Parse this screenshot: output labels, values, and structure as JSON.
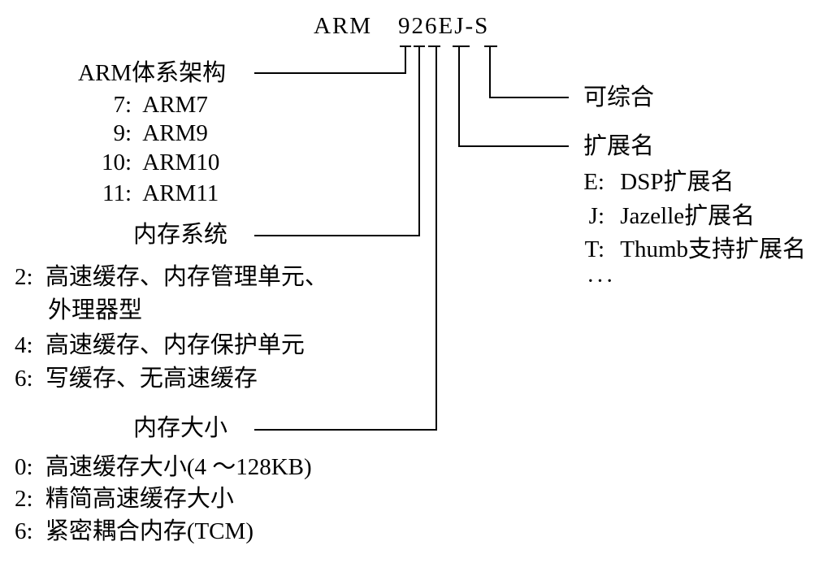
{
  "title": {
    "arm": "ARM",
    "model": "926EJ-S"
  },
  "arch": {
    "heading": "ARM体系架构",
    "items": [
      {
        "code": "7:",
        "text": "ARM7"
      },
      {
        "code": "9:",
        "text": "ARM9"
      },
      {
        "code": "10:",
        "text": "ARM10"
      },
      {
        "code": "11:",
        "text": "ARM11"
      }
    ]
  },
  "memsys": {
    "heading": "内存系统",
    "items": [
      {
        "code": "2:",
        "text": "高速缓存、内存管理单元、",
        "cont": "外理器型"
      },
      {
        "code": "4:",
        "text": "高速缓存、内存保护单元"
      },
      {
        "code": "6:",
        "text": "写缓存、无高速缓存"
      }
    ]
  },
  "memsize": {
    "heading": "内存大小",
    "items": [
      {
        "code": "0:",
        "text": "高速缓存大小(4 ～128KB)"
      },
      {
        "code": "2:",
        "text": "精简高速缓存大小"
      },
      {
        "code": "6:",
        "text": "紧密耦合内存(TCM)"
      }
    ]
  },
  "synth": {
    "heading": "可综合"
  },
  "ext": {
    "heading": "扩展名",
    "items": [
      {
        "code": "E:",
        "text": "DSP扩展名"
      },
      {
        "code": "J:",
        "text": "Jazelle扩展名"
      },
      {
        "code": "T:",
        "text": "Thumb支持扩展名"
      },
      {
        "code": "",
        "text": "···"
      }
    ]
  },
  "colors": {
    "line": "#000000",
    "text": "#000000",
    "background": "#ffffff"
  }
}
